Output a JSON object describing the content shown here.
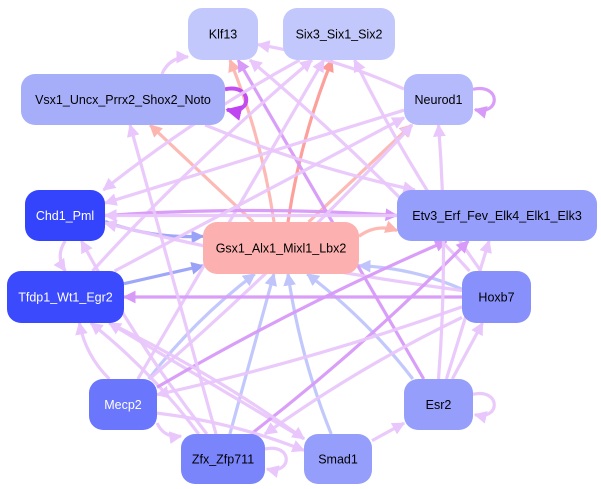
{
  "diagram": {
    "type": "directed-network",
    "nodes": [
      {
        "id": "klf13",
        "label": "Klf13",
        "fill": "#c2c8fb",
        "text": "#000000"
      },
      {
        "id": "six3",
        "label": "Six3_Six1_Six2",
        "fill": "#c2c8fb",
        "text": "#000000"
      },
      {
        "id": "vsx1",
        "label": "Vsx1_Uncx_Prrx2_Shox2_Noto",
        "fill": "#a6aefa",
        "text": "#000000"
      },
      {
        "id": "neurod1",
        "label": "Neurod1",
        "fill": "#b4bafb",
        "text": "#000000"
      },
      {
        "id": "chd1",
        "label": "Chd1_Pml",
        "fill": "#3444fd",
        "text": "#ffffff"
      },
      {
        "id": "etv3",
        "label": "Etv3_Erf_Fev_Elk4_Elk1_Elk3",
        "fill": "#959efb",
        "text": "#000000"
      },
      {
        "id": "gsx1",
        "label": "Gsx1_Alx1_Mixl1_Lbx2",
        "fill": "#fdb0b0",
        "text": "#000000"
      },
      {
        "id": "tfdp1",
        "label": "Tfdp1_Wt1_Egr2",
        "fill": "#3a4afc",
        "text": "#ffffff"
      },
      {
        "id": "hoxb7",
        "label": "Hoxb7",
        "fill": "#8890fb",
        "text": "#000000"
      },
      {
        "id": "mecp2",
        "label": "Mecp2",
        "fill": "#6a76fb",
        "text": "#ffffff"
      },
      {
        "id": "esr2",
        "label": "Esr2",
        "fill": "#959efb",
        "text": "#000000"
      },
      {
        "id": "zfx",
        "label": "Zfx_Zfp711",
        "fill": "#7a84fb",
        "text": "#000000"
      },
      {
        "id": "smad1",
        "label": "Smad1",
        "fill": "#959efb",
        "text": "#000000"
      }
    ],
    "edge_colors": {
      "lilac": "#e9c6fb",
      "violet": "#d79af8",
      "magenta": "#bf44f2",
      "salmon": "#fdb5b0",
      "red": "#fd9a96",
      "periwinkle": "#bfc5fb",
      "blue": "#9aa2f8"
    },
    "edges": [
      {
        "from": "gsx1",
        "to": "vsx1",
        "color": "salmon"
      },
      {
        "from": "gsx1",
        "to": "klf13",
        "color": "salmon"
      },
      {
        "from": "gsx1",
        "to": "six3",
        "color": "red"
      },
      {
        "from": "gsx1",
        "to": "neurod1",
        "color": "salmon"
      },
      {
        "from": "gsx1",
        "to": "etv3",
        "color": "salmon"
      },
      {
        "from": "chd1",
        "to": "gsx1",
        "color": "blue"
      },
      {
        "from": "tfdp1",
        "to": "gsx1",
        "color": "blue"
      },
      {
        "from": "hoxb7",
        "to": "gsx1",
        "color": "periwinkle"
      },
      {
        "from": "mecp2",
        "to": "gsx1",
        "color": "periwinkle"
      },
      {
        "from": "zfx",
        "to": "gsx1",
        "color": "periwinkle"
      },
      {
        "from": "smad1",
        "to": "gsx1",
        "color": "periwinkle"
      },
      {
        "from": "esr2",
        "to": "gsx1",
        "color": "periwinkle"
      },
      {
        "from": "vsx1",
        "to": "vsx1",
        "color": "magenta"
      },
      {
        "from": "neurod1",
        "to": "neurod1",
        "color": "violet"
      },
      {
        "from": "esr2",
        "to": "esr2",
        "color": "lilac"
      },
      {
        "from": "zfx",
        "to": "zfx",
        "color": "lilac"
      },
      {
        "from": "vsx1",
        "to": "klf13",
        "color": "lilac"
      },
      {
        "from": "neurod1",
        "to": "klf13",
        "color": "lilac"
      },
      {
        "from": "esr2",
        "to": "klf13",
        "color": "violet"
      },
      {
        "from": "hoxb7",
        "to": "klf13",
        "color": "lilac"
      },
      {
        "from": "tfdp1",
        "to": "six3",
        "color": "lilac"
      },
      {
        "from": "mecp2",
        "to": "six3",
        "color": "lilac"
      },
      {
        "from": "hoxb7",
        "to": "six3",
        "color": "lilac"
      },
      {
        "from": "vsx1",
        "to": "etv3",
        "color": "lilac"
      },
      {
        "from": "neurod1",
        "to": "chd1",
        "color": "lilac"
      },
      {
        "from": "six3",
        "to": "chd1",
        "color": "lilac"
      },
      {
        "from": "chd1",
        "to": "etv3",
        "color": "violet"
      },
      {
        "from": "etv3",
        "to": "chd1",
        "color": "lilac"
      },
      {
        "from": "hoxb7",
        "to": "chd1",
        "color": "lilac"
      },
      {
        "from": "chd1",
        "to": "tfdp1",
        "color": "lilac"
      },
      {
        "from": "tfdp1",
        "to": "neurod1",
        "color": "lilac"
      },
      {
        "from": "mecp2",
        "to": "neurod1",
        "color": "lilac"
      },
      {
        "from": "zfx",
        "to": "chd1",
        "color": "lilac"
      },
      {
        "from": "hoxb7",
        "to": "tfdp1",
        "color": "violet"
      },
      {
        "from": "mecp2",
        "to": "tfdp1",
        "color": "lilac"
      },
      {
        "from": "zfx",
        "to": "tfdp1",
        "color": "lilac"
      },
      {
        "from": "smad1",
        "to": "tfdp1",
        "color": "lilac"
      },
      {
        "from": "zfx",
        "to": "etv3",
        "color": "violet"
      },
      {
        "from": "mecp2",
        "to": "etv3",
        "color": "violet"
      },
      {
        "from": "esr2",
        "to": "etv3",
        "color": "lilac"
      },
      {
        "from": "hoxb7",
        "to": "mecp2",
        "color": "lilac"
      },
      {
        "from": "hoxb7",
        "to": "zfx",
        "color": "lilac"
      },
      {
        "from": "esr2",
        "to": "hoxb7",
        "color": "lilac"
      },
      {
        "from": "mecp2",
        "to": "zfx",
        "color": "lilac"
      },
      {
        "from": "mecp2",
        "to": "smad1",
        "color": "lilac"
      },
      {
        "from": "smad1",
        "to": "esr2",
        "color": "lilac"
      },
      {
        "from": "tfdp1",
        "to": "smad1",
        "color": "lilac"
      },
      {
        "from": "esr2",
        "to": "neurod1",
        "color": "lilac"
      },
      {
        "from": "zfx",
        "to": "vsx1",
        "color": "lilac"
      }
    ]
  }
}
